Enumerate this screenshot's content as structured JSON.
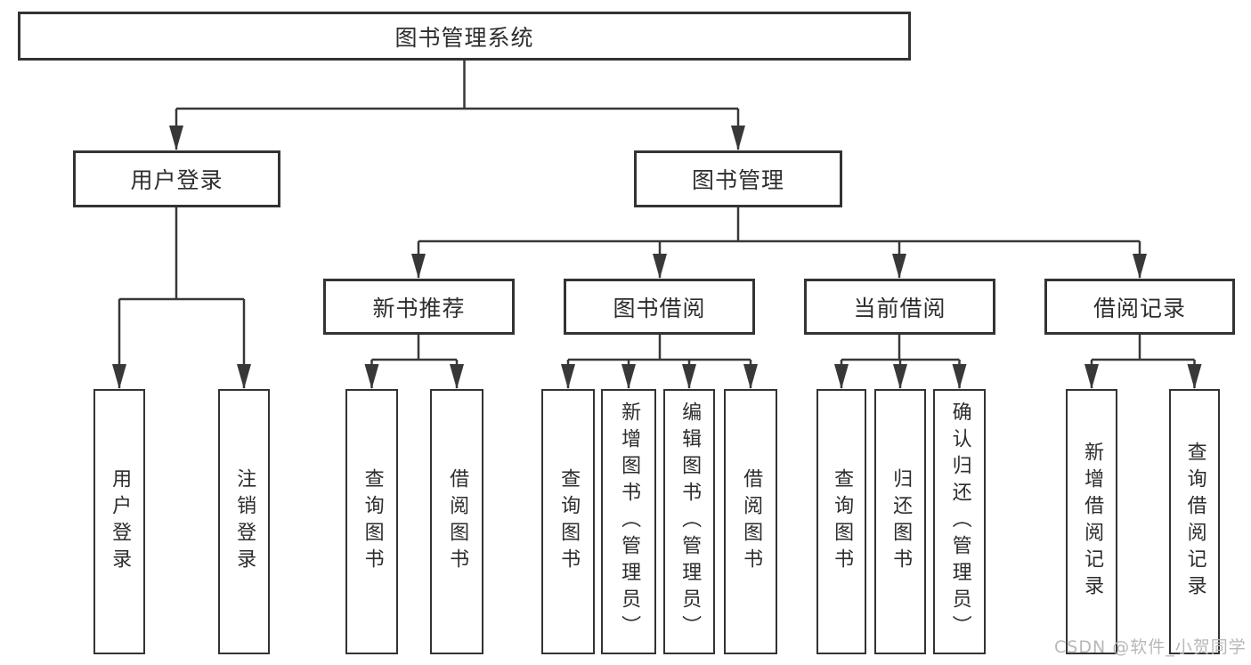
{
  "diagram": {
    "root": {
      "label": "图书管理系统"
    },
    "branches": [
      {
        "label": "用户登录"
      },
      {
        "label": "图书管理"
      }
    ],
    "sections": [
      {
        "label": "新书推荐"
      },
      {
        "label": "图书借阅"
      },
      {
        "label": "当前借阅"
      },
      {
        "label": "借阅记录"
      }
    ],
    "leaves": [
      {
        "label": "用户登录"
      },
      {
        "label": "注销登录"
      },
      {
        "label": "查询图书"
      },
      {
        "label": "借阅图书"
      },
      {
        "label": "查询图书"
      },
      {
        "label": "新增图书（管理员）"
      },
      {
        "label": "编辑图书（管理员）"
      },
      {
        "label": "借阅图书"
      },
      {
        "label": "查询图书"
      },
      {
        "label": "归还图书"
      },
      {
        "label": "确认归还（管理员）"
      },
      {
        "label": "新增借阅记录"
      },
      {
        "label": "查询借阅记录"
      }
    ]
  },
  "watermark": {
    "text": "CSDN @软件_小贺同学",
    "color": "#b8b8b8"
  },
  "colors": {
    "line": "#383838",
    "box_border": "#333333",
    "text": "#2d2d2d",
    "background": "#ffffff"
  }
}
